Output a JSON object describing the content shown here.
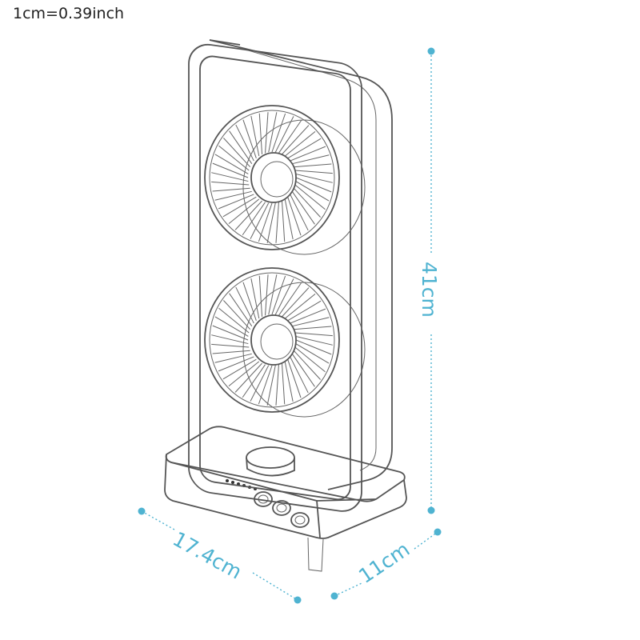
{
  "scale_note": "1cm=0.39inch",
  "dimensions": {
    "height": "41cm",
    "width": "17.4cm",
    "depth": "11cm"
  },
  "colors": {
    "dimension_accent": "#4fb3d1",
    "outline": "#555555",
    "background": "#ffffff"
  },
  "control_panel": {
    "indicator_dots": 6,
    "buttons": 3
  }
}
